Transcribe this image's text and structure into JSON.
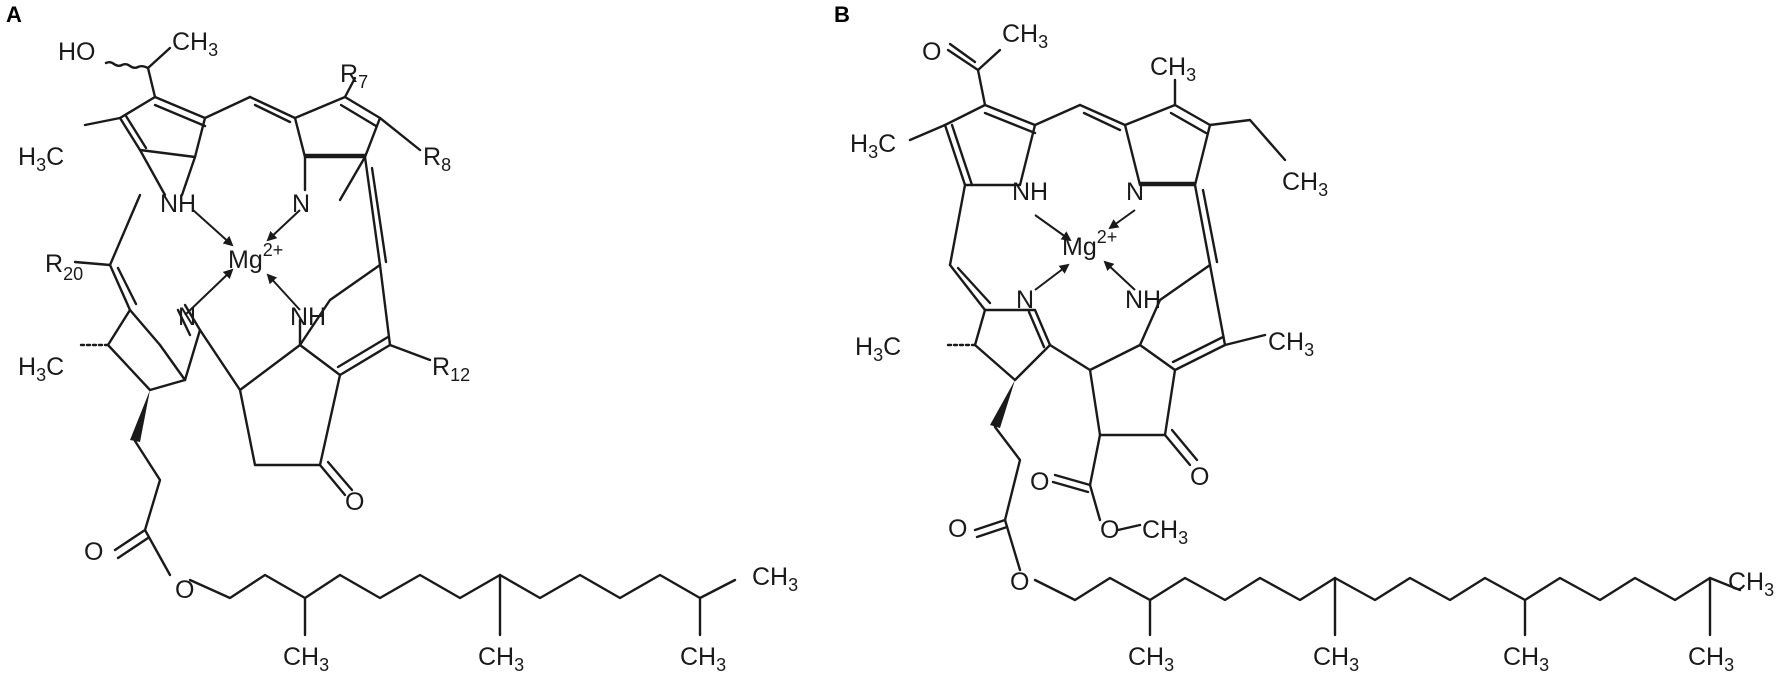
{
  "panels": [
    {
      "letter": "A"
    },
    {
      "letter": "B"
    }
  ],
  "labels": {
    "ch": "CH",
    "h": "H",
    "c": "C",
    "three": "3",
    "r": "R",
    "nh": "NH",
    "n": "N",
    "mg": "Mg",
    "charge": "2+",
    "o": "O",
    "ho": "HO",
    "seven": "7",
    "eight": "8",
    "twelve": "12",
    "twenty": "20"
  },
  "colors": {
    "ink": "#1a1a1a",
    "background": "#ffffff"
  }
}
